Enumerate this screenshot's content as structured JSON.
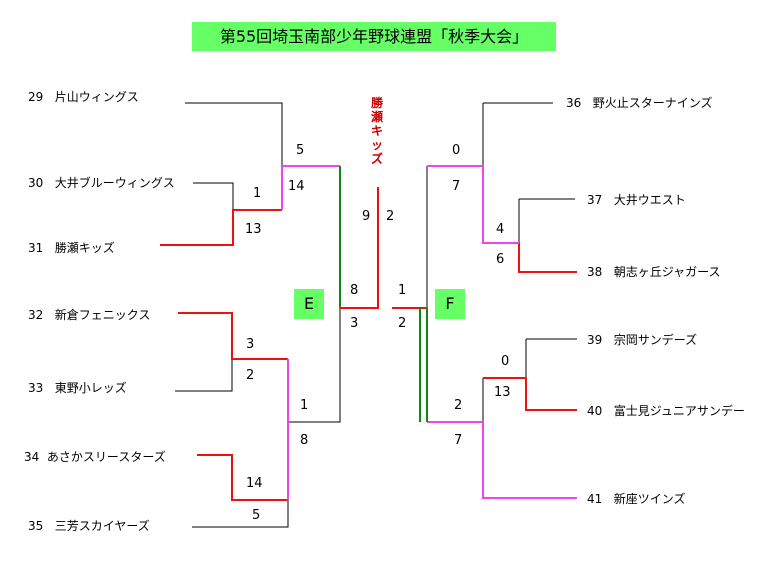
{
  "title": "第55回埼玉南部少年野球連盟「秋季大会」",
  "champion": "勝瀬キッズ",
  "block_e": "E",
  "block_f": "F",
  "colors": {
    "winner_line": "#ee1111",
    "advance_line": "#ee44ee",
    "final_line": "#118811",
    "loser_line": "#000000",
    "label_bg": "#66ff66",
    "champion_text": "#cc0000"
  },
  "teams": [
    {
      "no": "29",
      "name": "片山ウィングス"
    },
    {
      "no": "30",
      "name": "大井ブルーウィングス"
    },
    {
      "no": "31",
      "name": "勝瀬キッズ"
    },
    {
      "no": "32",
      "name": "新倉フェニックス"
    },
    {
      "no": "33",
      "name": "東野小レッズ"
    },
    {
      "no": "34",
      "name": "あさかスリースターズ"
    },
    {
      "no": "35",
      "name": "三芳スカイヤーズ"
    },
    {
      "no": "36",
      "name": "野火止スターナインズ"
    },
    {
      "no": "37",
      "name": "大井ウエスト"
    },
    {
      "no": "38",
      "name": "朝志ヶ丘ジャガース"
    },
    {
      "no": "39",
      "name": "宗岡サンデーズ"
    },
    {
      "no": "40",
      "name": "富士見ジュニアサンデー"
    },
    {
      "no": "41",
      "name": "新座ツインズ"
    }
  ],
  "scores": {
    "s30_31_top": "1",
    "s30_31_bot": "13",
    "s29_w_top": "5",
    "s29_w_bot": "14",
    "s32_33_top": "3",
    "s32_33_bot": "2",
    "s34_35_top": "14",
    "s34_35_bot": "5",
    "sE_low_top": "1",
    "sE_low_bot": "8",
    "sE_final_top": "8",
    "sE_final_bot": "3",
    "final_left": "9",
    "final_right": "2",
    "sF_final_top": "1",
    "sF_final_bot": "2",
    "s36_w_top": "0",
    "s36_w_bot": "7",
    "s37_38_top": "4",
    "s37_38_bot": "6",
    "s39_40_top": "0",
    "s39_40_bot": "13",
    "sF_low_top": "2",
    "sF_low_bot": "7"
  }
}
